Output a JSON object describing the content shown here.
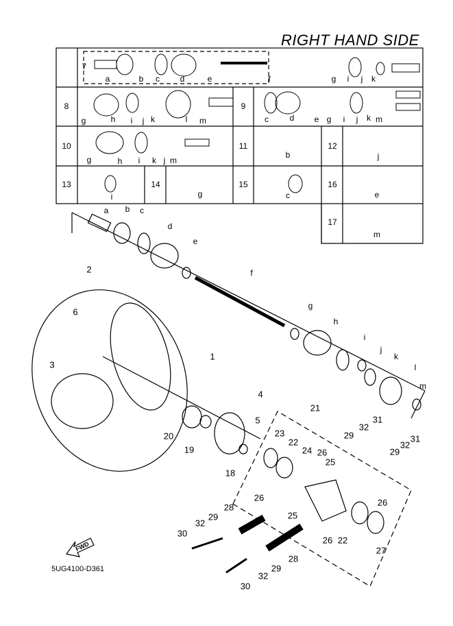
{
  "title": "RIGHT HAND SIDE",
  "drawing_code": "5UG4100-D361",
  "fwd_label": "FWD",
  "table": {
    "rows": [
      {
        "num": "7",
        "parts": [
          "a",
          "b",
          "c",
          "d",
          "e",
          "f",
          "g",
          "i",
          "j",
          "k"
        ]
      },
      {
        "num": "8",
        "parts": [
          "g",
          "h",
          "i",
          "j",
          "k",
          "l",
          "m"
        ]
      },
      {
        "num": "9",
        "parts": [
          "c",
          "d",
          "e",
          "g",
          "i",
          "j",
          "k",
          "m"
        ]
      },
      {
        "num": "10",
        "parts": [
          "g",
          "h",
          "i",
          "k",
          "j",
          "m"
        ]
      },
      {
        "num": "11",
        "parts": [
          "b"
        ]
      },
      {
        "num": "12",
        "parts": [
          "j"
        ]
      },
      {
        "num": "13",
        "parts": [
          "i"
        ]
      },
      {
        "num": "14",
        "parts": [
          "g"
        ]
      },
      {
        "num": "15",
        "parts": [
          "c"
        ]
      },
      {
        "num": "16",
        "parts": [
          "e"
        ]
      },
      {
        "num": "17",
        "parts": [
          "m"
        ]
      }
    ]
  },
  "callouts": {
    "letters": [
      "a",
      "b",
      "c",
      "d",
      "e",
      "f",
      "g",
      "h",
      "i",
      "j",
      "k",
      "l",
      "m"
    ],
    "numbers": [
      "2",
      "6",
      "3",
      "1",
      "4",
      "5",
      "20",
      "19",
      "18",
      "21",
      "23",
      "22",
      "24",
      "25",
      "26",
      "32",
      "31",
      "29",
      "29",
      "32",
      "31",
      "26",
      "26",
      "25",
      "28",
      "29",
      "32",
      "30",
      "26",
      "22",
      "27",
      "28",
      "29",
      "32",
      "30"
    ]
  }
}
